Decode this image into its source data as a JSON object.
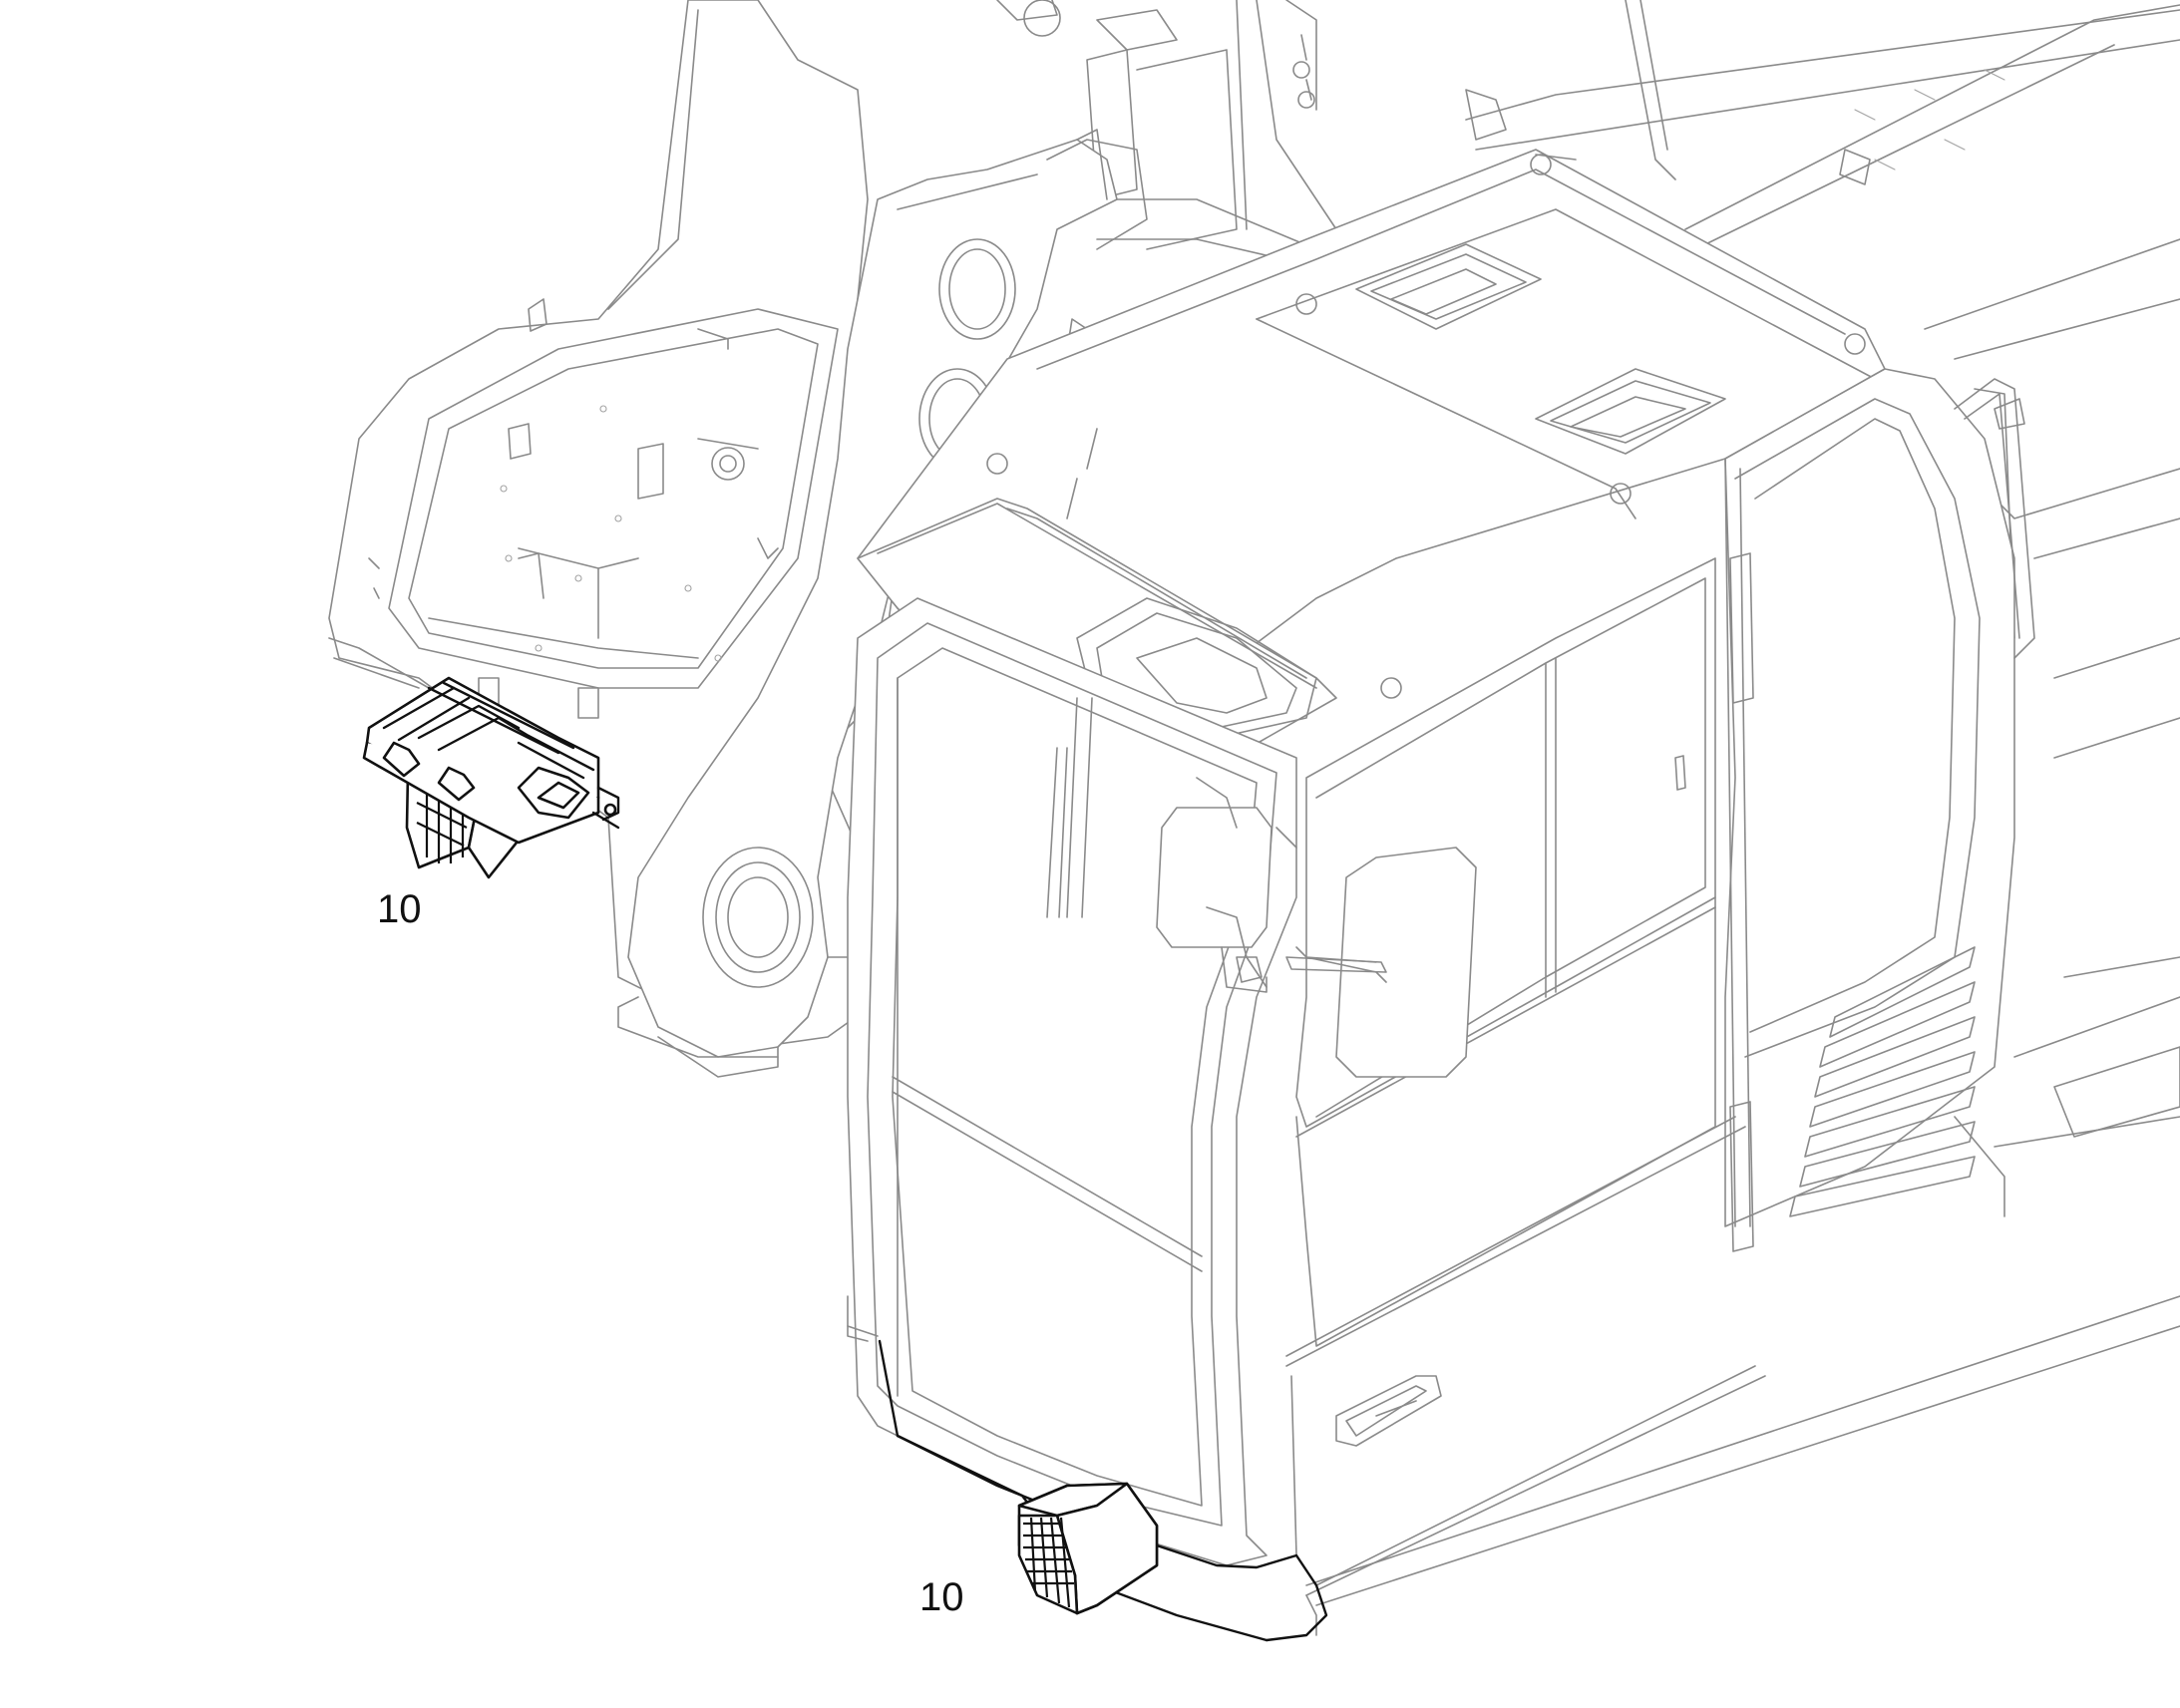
{
  "callouts": [
    {
      "id": "upper-step",
      "label": "10"
    },
    {
      "id": "lower-step",
      "label": "10"
    }
  ],
  "colors": {
    "background": "#ffffff",
    "context_line": "#8a8a8a",
    "highlight_line": "#111111",
    "label_text": "#111111"
  }
}
